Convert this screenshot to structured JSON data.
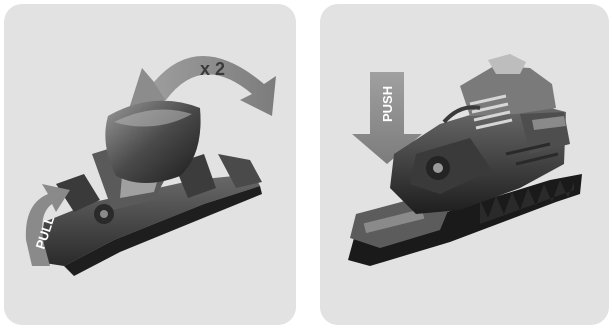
{
  "step_1": {
    "repeat_label": "x 2",
    "pull_label": "PULL"
  },
  "step_2": {
    "push_label": "PUSH"
  },
  "colors": {
    "panel_background": "#e2e2e2",
    "arrow_grey": "#8a8a8a",
    "binding_dark": "#2c2c2c",
    "binding_mid": "#7a7a7a"
  }
}
